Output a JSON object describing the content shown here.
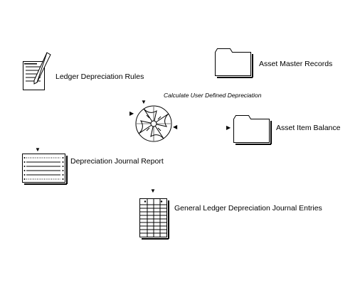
{
  "nodes": {
    "ledger_rules": {
      "label": "Ledger Depreciation Rules",
      "icon": "notepad-pencil-icon"
    },
    "asset_master": {
      "label": "Asset Master Records",
      "icon": "folder-icon"
    },
    "calc": {
      "label": "Calculate User Defined Depreciation",
      "icon": "process-wheel-icon"
    },
    "asset_item_balance": {
      "label": "Asset Item Balance",
      "icon": "folder-icon"
    },
    "journal_report": {
      "label": "Depreciation Journal Report",
      "icon": "report-icon"
    },
    "gl_entries": {
      "label": "General Ledger Depreciation Journal Entries",
      "icon": "ledger-sheet-icon"
    }
  }
}
